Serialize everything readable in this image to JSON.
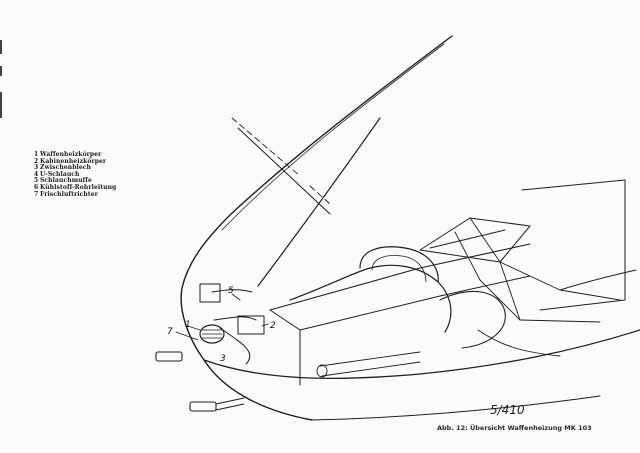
{
  "legend": [
    {
      "num": "1",
      "text": "Waffenheizkörper"
    },
    {
      "num": "2",
      "text": "Kabinenheizkörper"
    },
    {
      "num": "3",
      "text": "Zwischenblech"
    },
    {
      "num": "4",
      "text": "U-Schlauch"
    },
    {
      "num": "5",
      "text": "Schlauchmuffe"
    },
    {
      "num": "6",
      "text": "Kühlstoff-Rohrleitung"
    },
    {
      "num": "7",
      "text": "Frischluftrichter"
    }
  ],
  "figure_number": "5/410",
  "caption": "Abb. 12: Übersicht Waffenheizung MK 103",
  "callouts": {
    "c1": "1",
    "c2": "2",
    "c3": "3",
    "c5": "5",
    "c7": "7"
  }
}
